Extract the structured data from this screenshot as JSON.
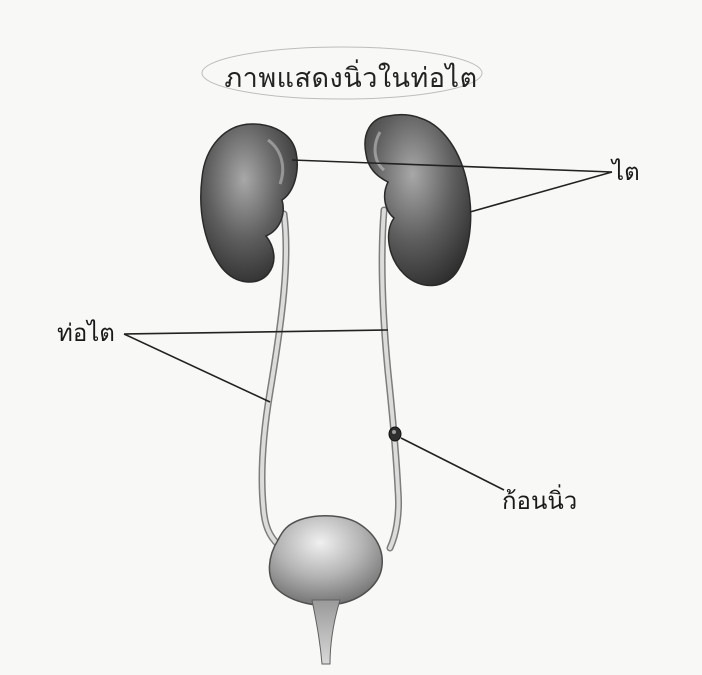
{
  "title": "ภาพแสดงนิ่วในท่อไต",
  "labels": {
    "kidney": "ไต",
    "ureter": "ท่อไต",
    "stone": "ก้อนนิ่ว"
  },
  "colors": {
    "organ_dark": "#3f3f3f",
    "organ_light": "#9a9a9a",
    "tube": "#d2d2d0",
    "line": "#222222",
    "paper": "#f8f8f6"
  }
}
